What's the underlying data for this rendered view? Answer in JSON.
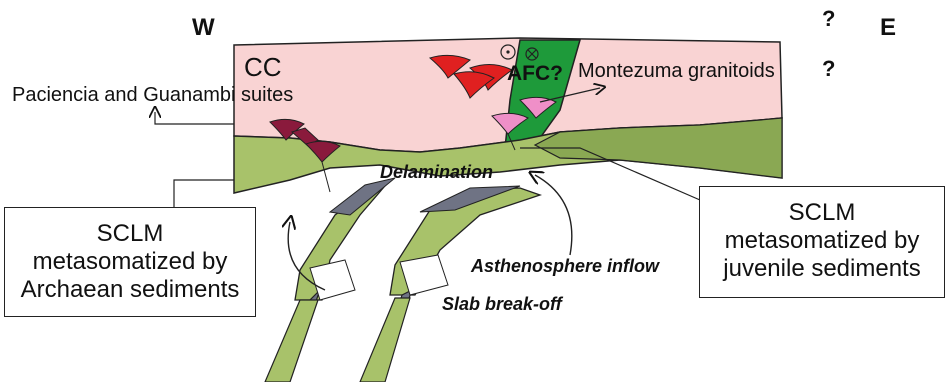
{
  "compass": {
    "west": "W",
    "east": "E",
    "question_mark": "?"
  },
  "labels": {
    "cc": "CC",
    "paciencia": "Paciencia and Guanambi suites",
    "montezuma": "Montezuma granitoids",
    "afc": "AFC?",
    "delamination": "Delamination",
    "asthenosphere_inflow": "Asthenosphere inflow",
    "slab_breakoff": "Slab break-off"
  },
  "boxes": {
    "left": {
      "line1": "SCLM",
      "line2": "metasomatized by",
      "line3": "Archaean sediments"
    },
    "right": {
      "line1": "SCLM",
      "line2": "metasomatized by",
      "line3": "juvenile sediments"
    }
  },
  "symbols": {
    "out_of_page": "⊙",
    "into_page": "⊗"
  },
  "colors": {
    "crust_pink": "#f9d3d3",
    "mantle_green": "#a8c26a",
    "dark_green": "#8aa853",
    "juvenile_green": "#1e9a3a",
    "slab_grey": "#6f7384",
    "red_pluton": "#e02020",
    "pink_pluton": "#ef8fc8",
    "maroon_pluton": "#8a1a3c"
  }
}
